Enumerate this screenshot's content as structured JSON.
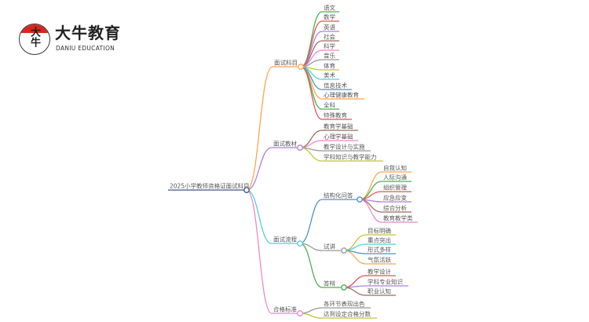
{
  "logo": {
    "mark": "大牛",
    "name": "大牛教育",
    "subtitle": "DANIU EDUCATION"
  },
  "root": {
    "label": "2025小学教师资格证面试科目",
    "color": "#3d5a80"
  },
  "branches": [
    {
      "label": "面试科目",
      "color": "#ffa54f",
      "children": [
        {
          "label": "语文",
          "color": "#4caf50"
        },
        {
          "label": "数学",
          "color": "#e05555"
        },
        {
          "label": "英语",
          "color": "#b07fd6"
        },
        {
          "label": "社会",
          "color": "#9c6b5e"
        },
        {
          "label": "科学",
          "color": "#ee88cc"
        },
        {
          "label": "音乐",
          "color": "#999999"
        },
        {
          "label": "体育",
          "color": "#c4c435"
        },
        {
          "label": "美术",
          "color": "#4dd0e1"
        },
        {
          "label": "信息技术",
          "color": "#4a90d0"
        },
        {
          "label": "心理健康教育",
          "color": "#ffa54f"
        },
        {
          "label": "全科",
          "color": "#4caf50"
        },
        {
          "label": "特殊教育",
          "color": "#e05555"
        }
      ]
    },
    {
      "label": "面试教材",
      "color": "#b07fd6",
      "children": [
        {
          "label": "教育学基础",
          "color": "#9c6b5e"
        },
        {
          "label": "心理学基础",
          "color": "#ee88cc"
        },
        {
          "label": "教学设计与实施",
          "color": "#999999"
        },
        {
          "label": "学科知识与教学能力",
          "color": "#c4c435"
        }
      ]
    },
    {
      "label": "面试流程",
      "color": "#4dd0e1",
      "children": [
        {
          "label": "结构化问答",
          "color": "#4a90d0",
          "children": [
            {
              "label": "自我认知",
              "color": "#ffa54f"
            },
            {
              "label": "人际沟通",
              "color": "#4caf50"
            },
            {
              "label": "组织管理",
              "color": "#e05555"
            },
            {
              "label": "应急应变",
              "color": "#b07fd6"
            },
            {
              "label": "综合分析",
              "color": "#9c6b5e"
            },
            {
              "label": "教育教学类",
              "color": "#ee88cc"
            }
          ]
        },
        {
          "label": "试讲",
          "color": "#999999",
          "children": [
            {
              "label": "目标明确",
              "color": "#c4c435"
            },
            {
              "label": "重点突出",
              "color": "#4dd0e1"
            },
            {
              "label": "形式多样",
              "color": "#4a90d0"
            },
            {
              "label": "气氛活跃",
              "color": "#ffa54f"
            }
          ]
        },
        {
          "label": "答辩",
          "color": "#4caf50",
          "children": [
            {
              "label": "教学设计",
              "color": "#e05555"
            },
            {
              "label": "学科专业知识",
              "color": "#b07fd6"
            },
            {
              "label": "职业认知",
              "color": "#9c6b5e"
            }
          ]
        }
      ]
    },
    {
      "label": "合格标准",
      "color": "#ee88cc",
      "children": [
        {
          "label": "各环节表现出色",
          "color": "#999999"
        },
        {
          "label": "达到设定合格分数",
          "color": "#c4c435"
        }
      ]
    }
  ]
}
